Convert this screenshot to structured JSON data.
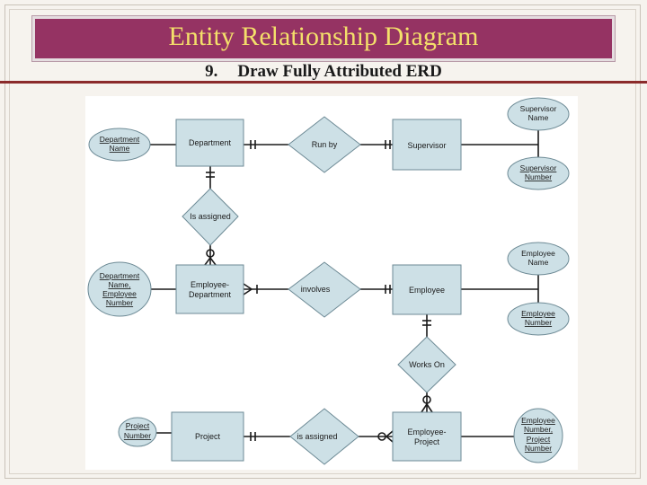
{
  "slide": {
    "title": "Entity Relationship Diagram",
    "step_number": "9.",
    "step_text": "Draw Fully Attributed ERD"
  },
  "erd": {
    "entities": {
      "department": "Department",
      "supervisor": "Supervisor",
      "employee_department": [
        "Employee-",
        "Department"
      ],
      "employee": "Employee",
      "project": "Project",
      "employee_project": [
        "Employee-",
        "Project"
      ]
    },
    "relationships": {
      "run_by": "Run by",
      "is_assigned_dept": "Is assigned",
      "involves": "involves",
      "works_on": "Works On",
      "is_assigned_proj": "is assigned"
    },
    "attributes": {
      "department_name": [
        "Department",
        "Name"
      ],
      "supervisor_name": [
        "Supervisor",
        "Name"
      ],
      "supervisor_number": [
        "Supervisor",
        "Number"
      ],
      "dept_name_emp_number": [
        "Department",
        "Name,",
        "Employee",
        "Number"
      ],
      "employee_name": [
        "Employee",
        "Name"
      ],
      "employee_number": [
        "Employee",
        "Number"
      ],
      "project_number": [
        "Project",
        "Number"
      ],
      "emp_number_project_number": [
        "Employee",
        "Number,",
        "Project",
        "Number"
      ]
    }
  }
}
